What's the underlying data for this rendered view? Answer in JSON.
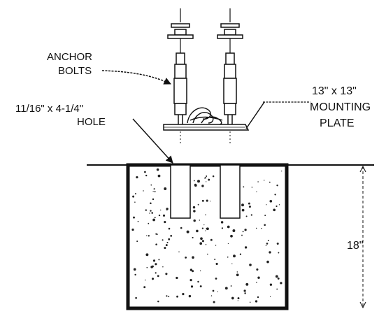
{
  "labels": {
    "anchor_bolts_1": "ANCHOR",
    "anchor_bolts_2": "BOLTS",
    "hole_1": "11/16\" x 4-1/4\"",
    "hole_2": "HOLE",
    "plate_1": "13\" x 13\"",
    "plate_2": "MOUNTING",
    "plate_3": "PLATE",
    "depth": "18\""
  }
}
